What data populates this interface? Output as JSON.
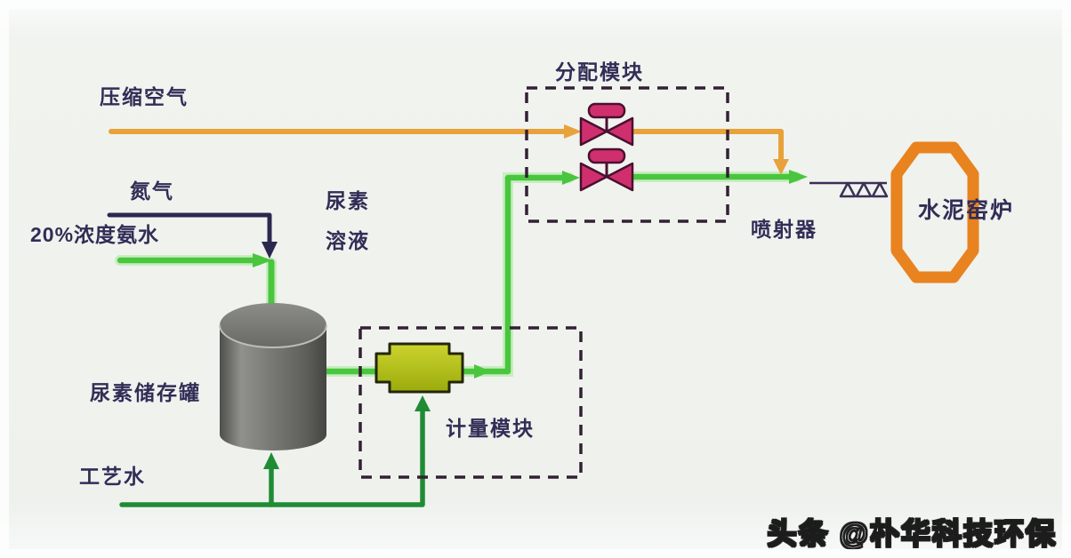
{
  "labels": {
    "compressed_air": "压缩空气",
    "nitrogen": "氮气",
    "ammonia_20pct": "20%浓度氨水",
    "urea_line1": "尿素",
    "urea_line2": "溶液",
    "distribution_module": "分配模块",
    "injector": "喷射器",
    "cement_kiln": "水泥窑炉",
    "urea_storage_tank": "尿素储存罐",
    "metering_module": "计量模块",
    "process_water": "工艺水"
  },
  "watermark": {
    "text": "头条 @朴华科技环保"
  },
  "colors": {
    "compressed_air_line": "#e8a23b",
    "urea_solution_line": "#49c63e",
    "process_water_line": "#1f8c35",
    "nitrogen_line": "#2b2850",
    "valve_fill": "#d02f6d",
    "valve_outline": "#4a1030",
    "kiln_outline": "#e8831f",
    "module_box_dash": "#322133",
    "metering_pump_fill": "#b3c11a",
    "label_text": "#312d56"
  }
}
